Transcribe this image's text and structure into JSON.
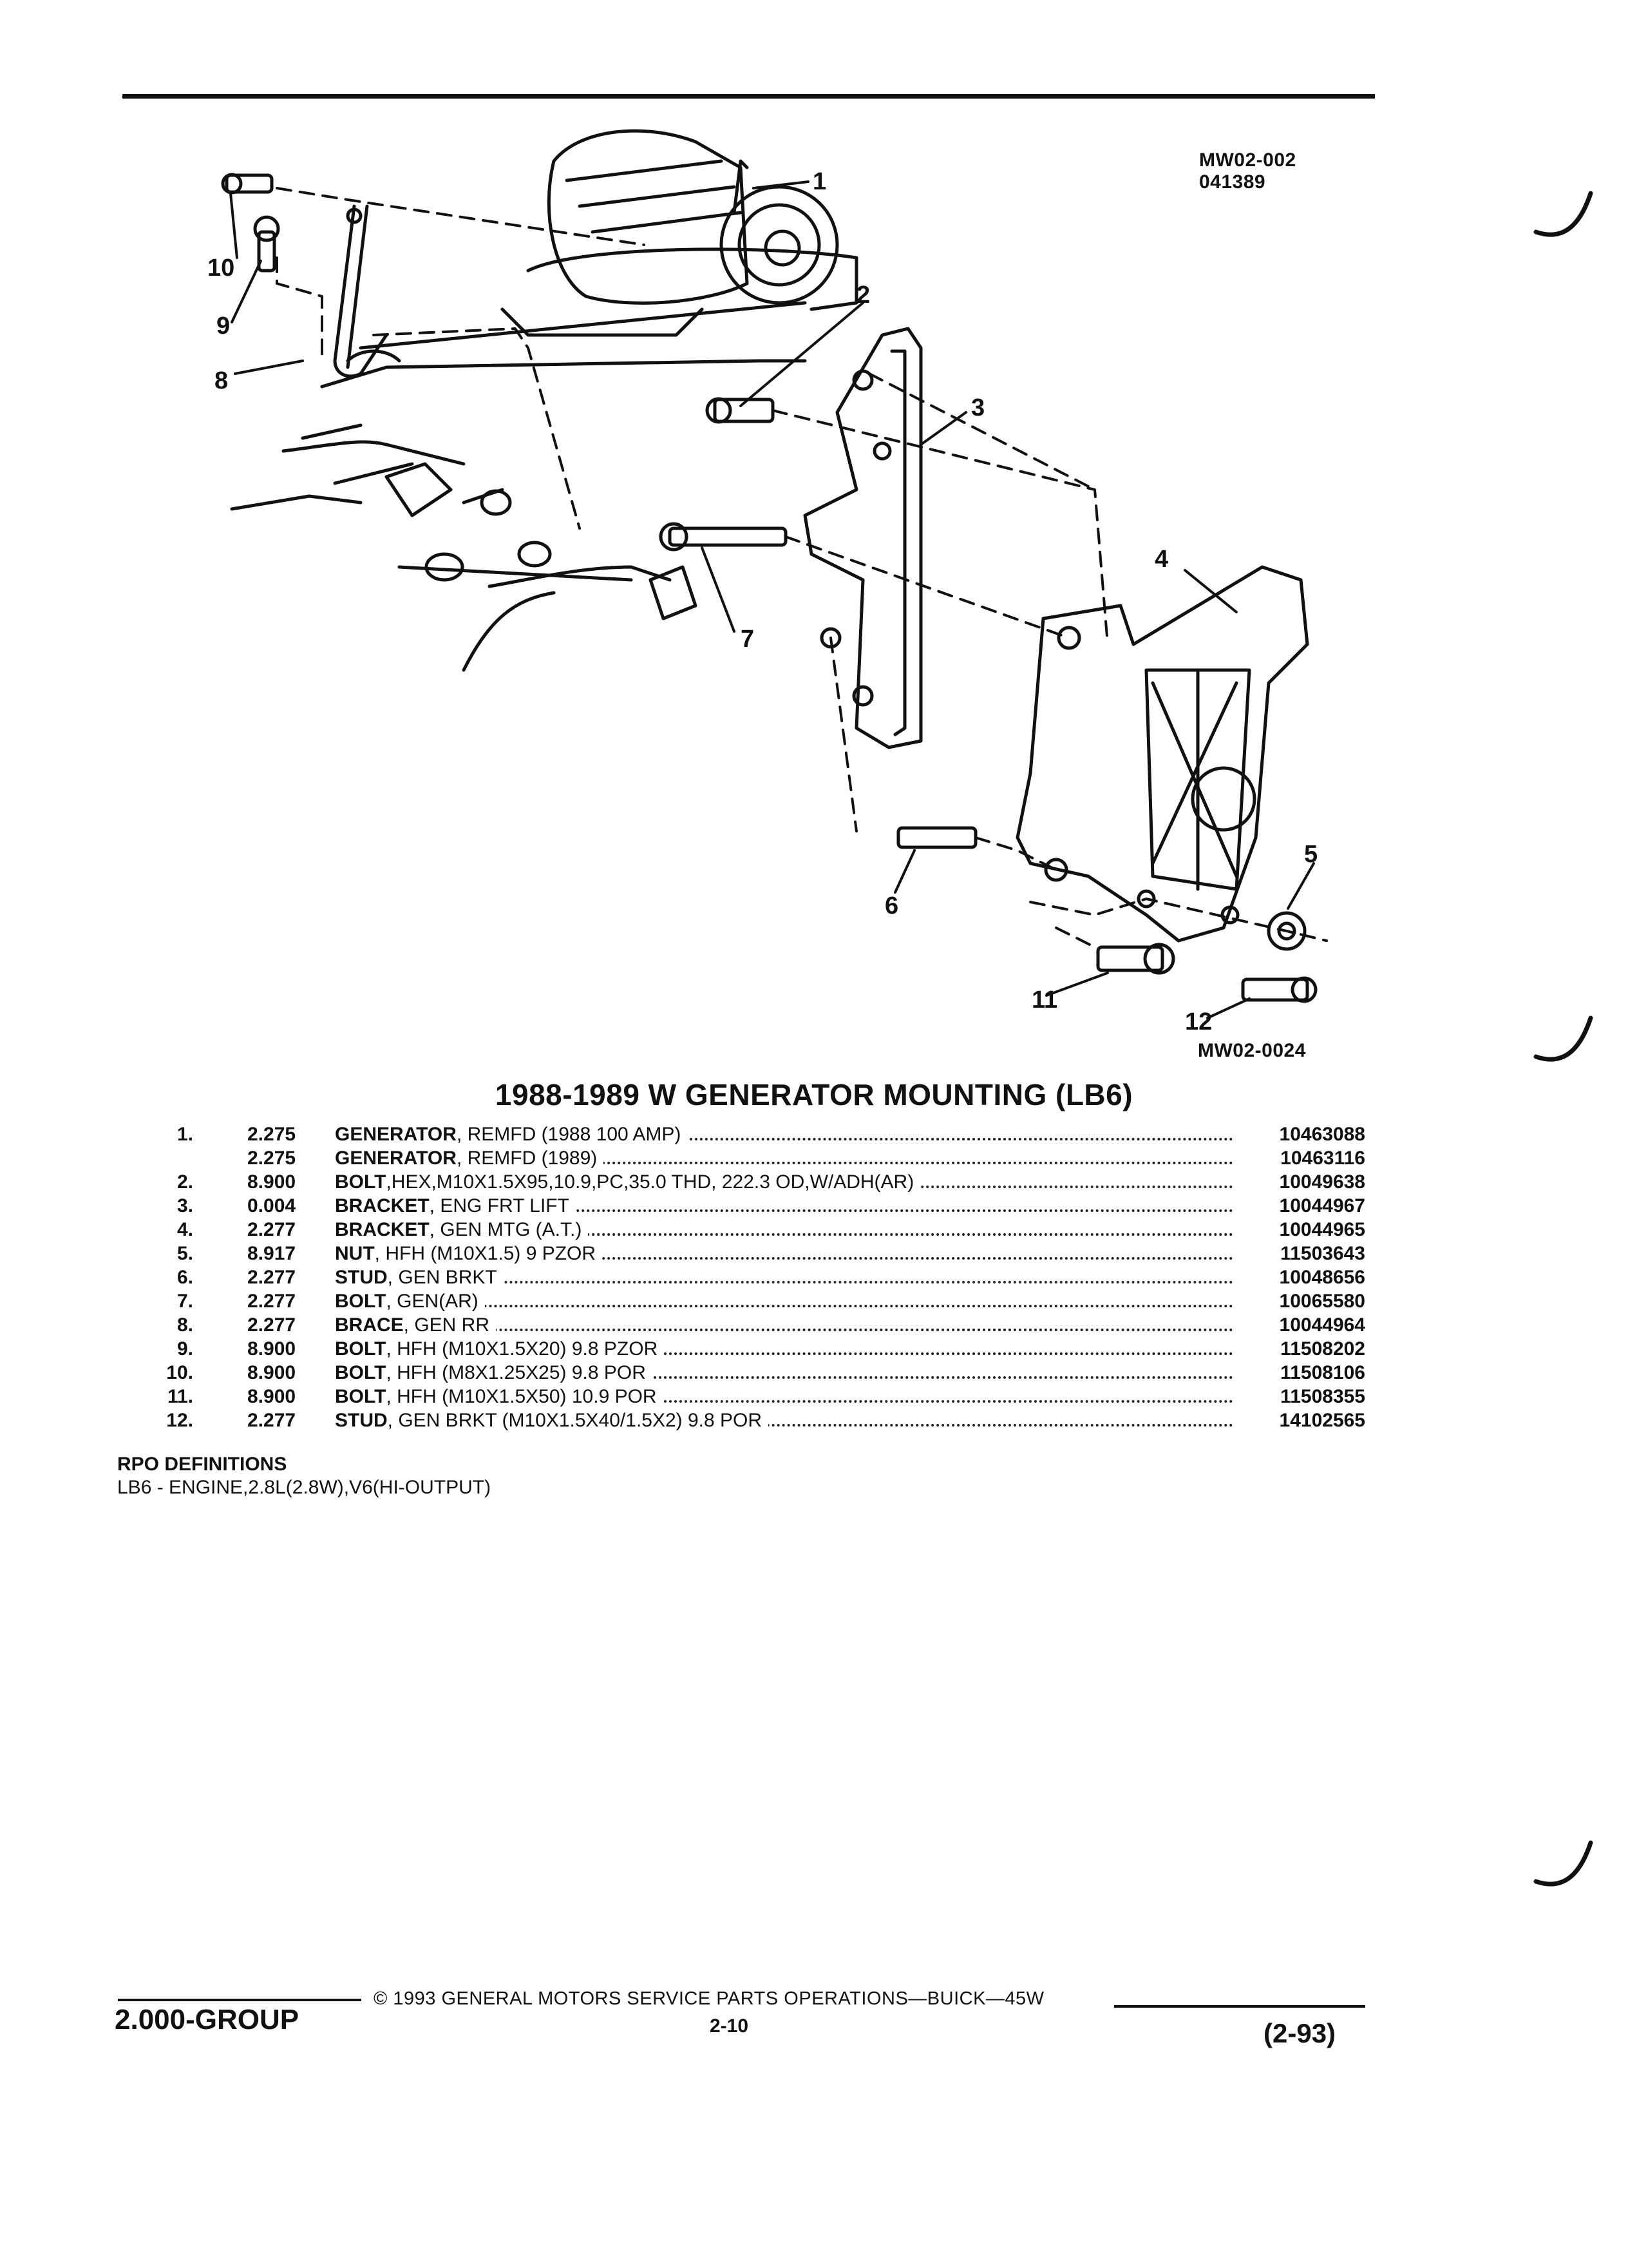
{
  "diagram": {
    "ref_top_line1": "MW02-002",
    "ref_top_line2": "041389",
    "ref_bottom": "MW02-0024",
    "callouts": [
      "1",
      "2",
      "3",
      "4",
      "5",
      "6",
      "7",
      "8",
      "9",
      "10",
      "11",
      "12"
    ]
  },
  "title": "1988-1989 W GENERATOR MOUNTING (LB6)",
  "parts": [
    {
      "num": "1.",
      "group": "2.275",
      "name": "GENERATOR",
      "desc": ", REMFD (1988 100 AMP)",
      "part_no": "10463088"
    },
    {
      "num": "",
      "group": "2.275",
      "name": "GENERATOR",
      "desc": ", REMFD (1989)",
      "part_no": "10463116"
    },
    {
      "num": "2.",
      "group": "8.900",
      "name": "BOLT",
      "desc": ",HEX,M10X1.5X95,10.9,PC,35.0 THD, 222.3 OD,W/ADH(AR)",
      "part_no": "10049638"
    },
    {
      "num": "3.",
      "group": "0.004",
      "name": "BRACKET",
      "desc": ", ENG FRT LIFT",
      "part_no": "10044967"
    },
    {
      "num": "4.",
      "group": "2.277",
      "name": "BRACKET",
      "desc": ", GEN MTG (A.T.)",
      "part_no": "10044965"
    },
    {
      "num": "5.",
      "group": "8.917",
      "name": "NUT",
      "desc": ", HFH (M10X1.5) 9 PZOR",
      "part_no": "11503643"
    },
    {
      "num": "6.",
      "group": "2.277",
      "name": "STUD",
      "desc": ", GEN BRKT",
      "part_no": "10048656"
    },
    {
      "num": "7.",
      "group": "2.277",
      "name": "BOLT",
      "desc": ", GEN(AR)",
      "part_no": "10065580"
    },
    {
      "num": "8.",
      "group": "2.277",
      "name": "BRACE",
      "desc": ", GEN RR",
      "part_no": "10044964"
    },
    {
      "num": "9.",
      "group": "8.900",
      "name": "BOLT",
      "desc": ", HFH (M10X1.5X20) 9.8 PZOR",
      "part_no": "11508202"
    },
    {
      "num": "10.",
      "group": "8.900",
      "name": "BOLT",
      "desc": ", HFH (M8X1.25X25) 9.8 POR",
      "part_no": "11508106"
    },
    {
      "num": "11.",
      "group": "8.900",
      "name": "BOLT",
      "desc": ", HFH (M10X1.5X50) 10.9 POR",
      "part_no": "11508355"
    },
    {
      "num": "12.",
      "group": "2.277",
      "name": "STUD",
      "desc": ", GEN BRKT (M10X1.5X40/1.5X2) 9.8 POR",
      "part_no": "14102565"
    }
  ],
  "rpo": {
    "heading": "RPO DEFINITIONS",
    "definition": "LB6 - ENGINE,2.8L(2.8W),V6(HI-OUTPUT)"
  },
  "footer": {
    "copyright": "© 1993 GENERAL MOTORS SERVICE PARTS OPERATIONS—BUICK—45W",
    "group": "2.000-GROUP",
    "page": "2-10",
    "date": "(2-93)"
  }
}
